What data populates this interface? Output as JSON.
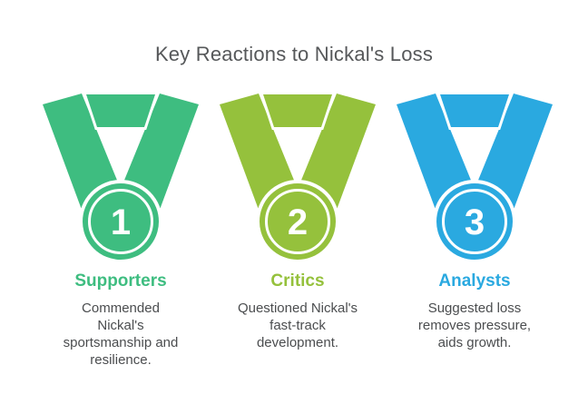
{
  "title": "Key Reactions to Nickal's Loss",
  "medals": [
    {
      "rank": "1",
      "color": "#3ebd80",
      "label": "Supporters",
      "description": "Commended\nNickal's\nsportsmanship and\nresilience."
    },
    {
      "rank": "2",
      "color": "#95c13c",
      "label": "Critics",
      "description": "Questioned Nickal's\nfast-track\ndevelopment."
    },
    {
      "rank": "3",
      "color": "#2aa9e0",
      "label": "Analysts",
      "description": "Suggested loss\nremoves pressure,\naids growth."
    }
  ],
  "colors": {
    "background": "#ffffff",
    "title_text": "#56585a",
    "description_text": "#4b4d4f",
    "medal_ring": "#ffffff"
  }
}
